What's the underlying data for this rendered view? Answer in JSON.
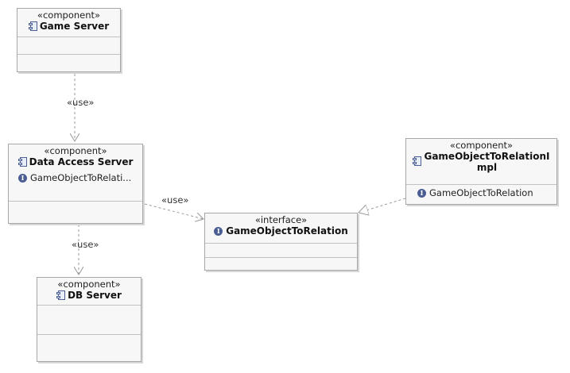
{
  "diagram": {
    "components": {
      "game_server": {
        "stereotype": "«component»",
        "name": "Game Server"
      },
      "data_access_server": {
        "stereotype": "«component»",
        "name": "Data Access Server",
        "provided_interface": "GameObjectToRelati..."
      },
      "db_server": {
        "stereotype": "«component»",
        "name": "DB Server"
      },
      "impl": {
        "stereotype": "«component»",
        "name": "GameObjectToRelationImpl",
        "name_line1": "GameObjectToRelationI",
        "name_line2": "mpl",
        "provided_interface": "GameObjectToRelation"
      }
    },
    "interface": {
      "stereotype": "«interface»",
      "name": "GameObjectToRelation"
    },
    "relations": {
      "game_to_das": "«use»",
      "das_to_iface": "«use»",
      "das_to_db": "«use»"
    }
  }
}
